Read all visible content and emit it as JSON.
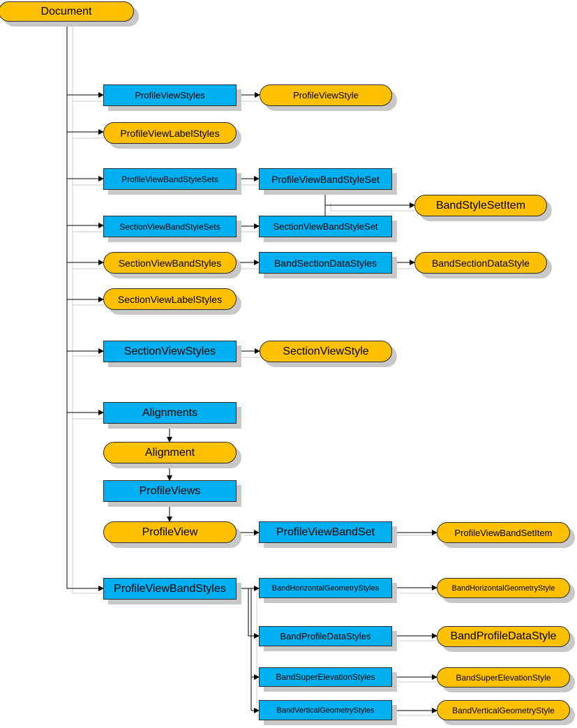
{
  "diagram": {
    "root": "Document",
    "profile_view_styles": "ProfileViewStyles",
    "profile_view_style": "ProfileViewStyle",
    "profile_view_label_styles": "ProfileViewLabelStyles",
    "profile_view_band_style_sets": "ProfileViewBandStyleSets",
    "profile_view_band_style_set": "ProfileViewBandStyleSet",
    "band_style_set_item": "BandStyleSetItem",
    "section_view_band_style_sets": "SectionViewBandStyleSets",
    "section_view_band_style_set": "SectionViewBandStyleSet",
    "section_view_band_styles": "SectionViewBandStyles",
    "band_section_data_styles": "BandSectionDataStyles",
    "band_section_data_style": "BandSectionDataStyle",
    "section_view_label_styles": "SectionViewLabelStyles",
    "section_view_styles": "SectionViewStyles",
    "section_view_style": "SectionViewStyle",
    "alignments": "Alignments",
    "alignment": "Alignment",
    "profile_views": "ProfileViews",
    "profile_view": "ProfileView",
    "profile_view_band_set": "ProfileViewBandSet",
    "profile_view_band_set_item": "ProfileViewBandSetItem",
    "profile_view_band_styles": "ProfileViewBandStyles",
    "band_horizontal_geometry_styles": "BandHorizontalGeometryStyles",
    "band_horizontal_geometry_style": "BandHorizontalGeometryStyle",
    "band_profile_data_styles": "BandProfileDataStyles",
    "band_profile_data_style": "BandProfileDataStyle",
    "band_super_elevation_styles": "BandSuperElevationStyles",
    "band_super_elevation_style": "BandSuperElevationStyle",
    "band_vertical_geometry_styles": "BandVerticalGeometryStyles",
    "band_vertical_geometry_style": "BandVerticalGeometryStyle"
  },
  "colors": {
    "collection": "#00b0f0",
    "object": "#ffc000",
    "connector": "#000000",
    "shadow": "#c8c8c8"
  }
}
